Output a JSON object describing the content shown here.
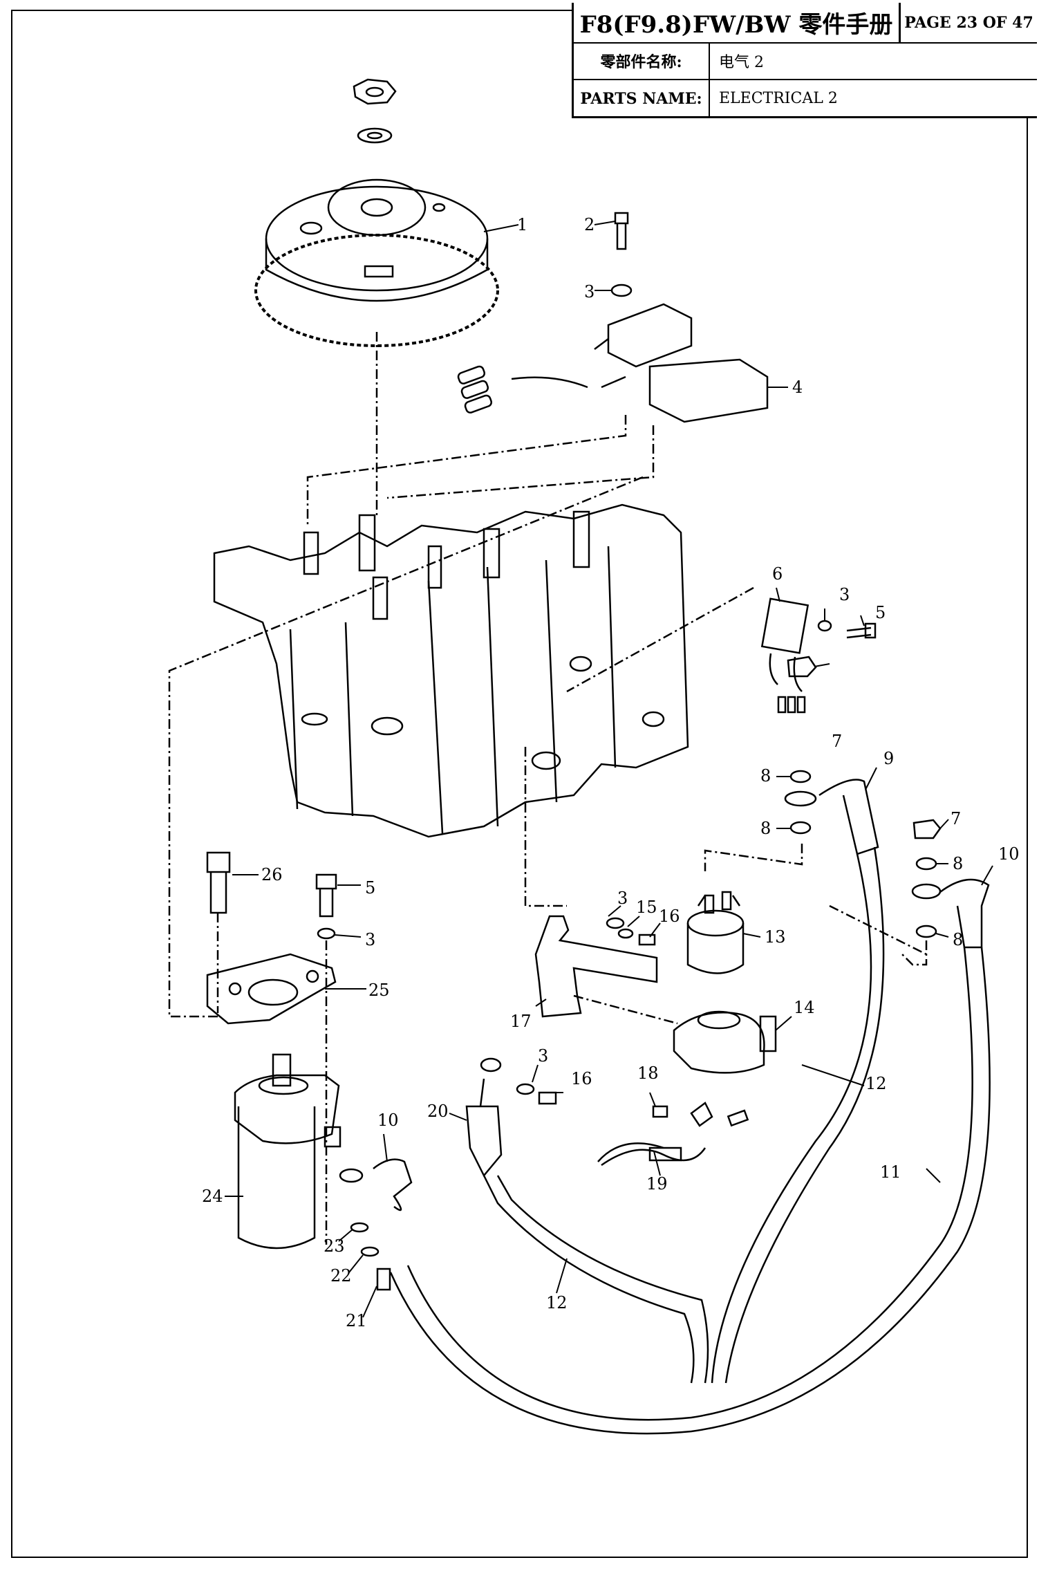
{
  "header": {
    "title": "F8(F9.8)FW/BW 零件手册",
    "page": "PAGE 23 OF 47",
    "name_label_cn": "零部件名称:",
    "name_value_cn": "电气 2",
    "name_label_en": "PARTS NAME:",
    "name_value_en": "ELECTRICAL 2"
  },
  "callouts": {
    "c1": "1",
    "c2": "2",
    "c3a": "3",
    "c4": "4",
    "c3b": "3",
    "c5a": "5",
    "c6": "6",
    "c7a": "7",
    "c8a": "8",
    "c9": "9",
    "c8b": "8",
    "c7b": "7",
    "c8c": "8",
    "c10a": "10",
    "c8d": "8",
    "c26": "26",
    "c5b": "5",
    "c3c": "3",
    "c3d": "3",
    "c15": "15",
    "c16a": "16",
    "c13": "13",
    "c25": "25",
    "c17": "17",
    "c14": "14",
    "c3e": "3",
    "c16b": "16",
    "c18": "18",
    "c12a": "12",
    "c20": "20",
    "c10b": "10",
    "c19": "19",
    "c11": "11",
    "c24": "24",
    "c23": "23",
    "c22": "22",
    "c12b": "12",
    "c21": "21"
  }
}
